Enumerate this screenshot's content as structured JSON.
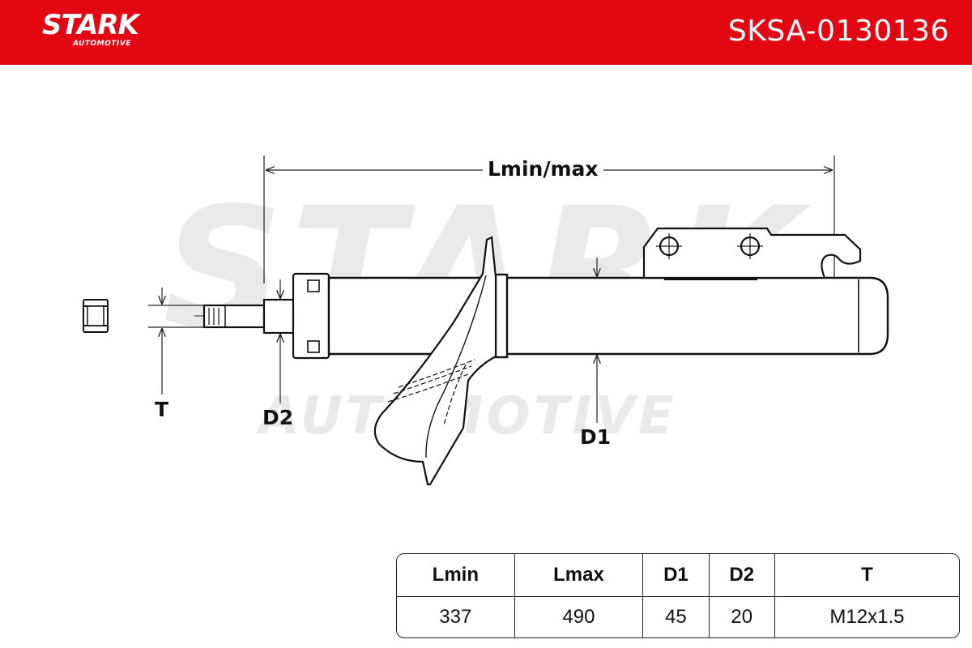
{
  "header": {
    "brand": "STARK",
    "brand_sub": "AUTOMOTIVE",
    "brand_reg": "®",
    "part_number": "SKSA-0130136"
  },
  "watermark": {
    "main": "STARK",
    "sub": "AUTOMOTIVE",
    "reg": "®"
  },
  "dimensions": {
    "length": "Lmin/max",
    "thread": "T",
    "rod_diameter": "D2",
    "body_diameter": "D1"
  },
  "spec_table": {
    "headers": [
      "Lmin",
      "Lmax",
      "D1",
      "D2",
      "T"
    ],
    "values": [
      "337",
      "490",
      "45",
      "20",
      "M12x1.5"
    ]
  },
  "colors": {
    "brand_red": "#e30613",
    "line": "#111111",
    "watermark": "#e9e9e9"
  }
}
